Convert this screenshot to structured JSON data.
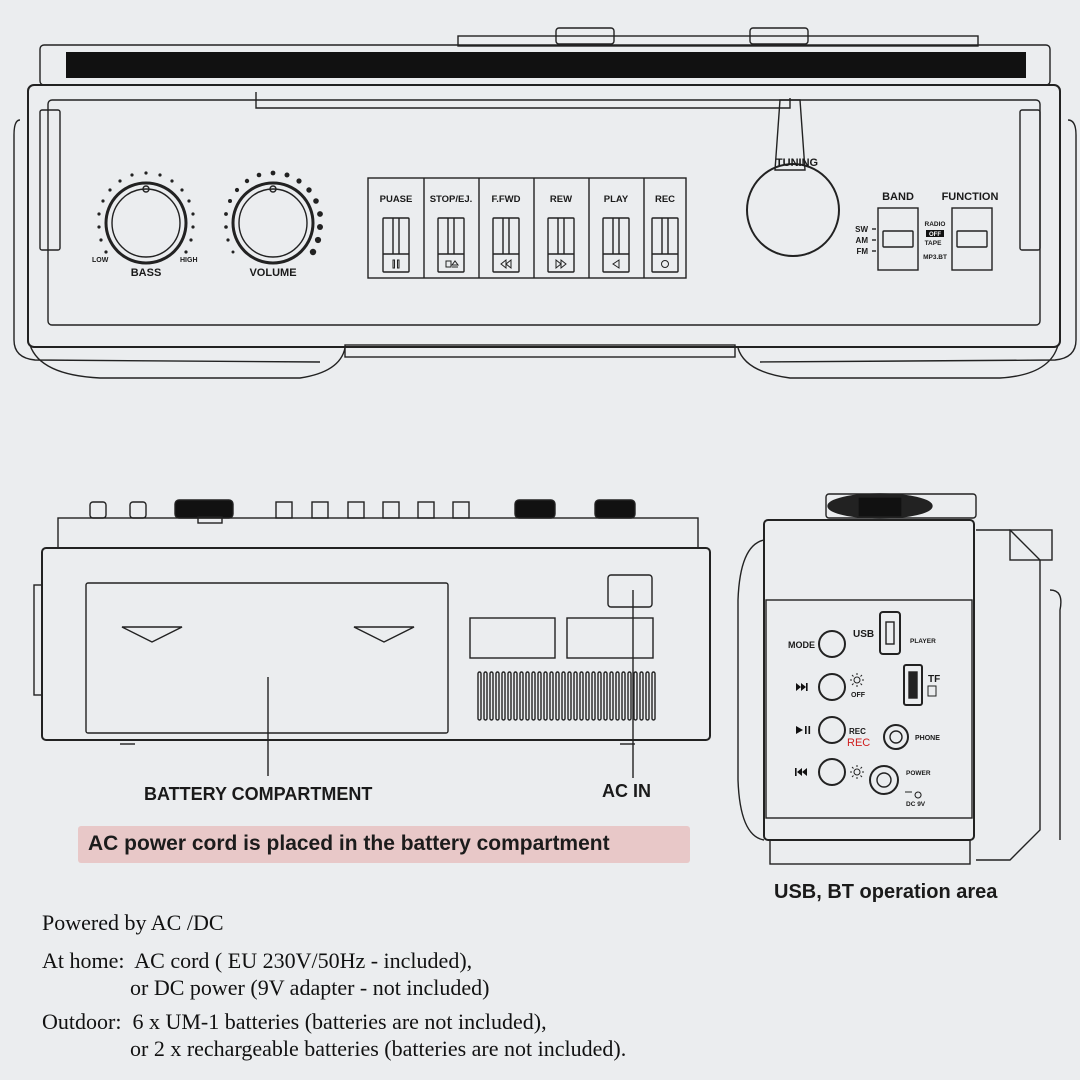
{
  "front_panel": {
    "buttons": [
      "PUASE",
      "STOP/EJ.",
      "F.FWD",
      "REW",
      "PLAY",
      "REC"
    ],
    "button_icons": [
      "pause-icon",
      "stop-eject-icon",
      "fast-forward-icon",
      "rewind-icon",
      "play-icon",
      "record-icon"
    ],
    "bass_label": "BASS",
    "bass_low": "LOW",
    "bass_high": "HIGH",
    "volume_label": "VOLUME",
    "tuning_label": "TUNING",
    "band_label": "BAND",
    "band_options": [
      "SW",
      "AM",
      "FM"
    ],
    "function_label": "FUNCTION",
    "function_options": [
      "RADIO",
      "OFF",
      "TAPE",
      "MP3.BT"
    ]
  },
  "side_panel": {
    "mode_label": "MODE",
    "usb_label": "USB",
    "player_label": "PLAYER",
    "tf_label": "TF",
    "off_label": "OFF",
    "rec_label": "REC",
    "rec_red_label": "REC",
    "phone_label": "PHONE",
    "power_label": "POWER",
    "dc_label": "DC 9V",
    "next_icon": "next-track-icon",
    "playpause_icon": "play-pause-icon",
    "prev_icon": "previous-track-icon",
    "light_icon": "light-icon"
  },
  "captions": {
    "battery": "BATTERY COMPARTMENT",
    "ac_in": "AC IN",
    "usb_bt": "USB, BT operation area",
    "cord_note": "AC power cord is placed in the battery compartment"
  },
  "power_info": {
    "line1": "Powered by AC /DC",
    "line2": "At home:  AC cord ( EU 230V/50Hz - included),",
    "line3": "                or DC power (9V adapter - not included)",
    "line4": "Outdoor:  6 x UM-1 batteries (batteries are not included),",
    "line5": "                or 2 x rechargeable batteries (batteries are not included)."
  },
  "colors": {
    "background": "#ebedef",
    "line": "#222222",
    "note_highlight": "#e8c8c8",
    "rec_red": "#d02020"
  }
}
